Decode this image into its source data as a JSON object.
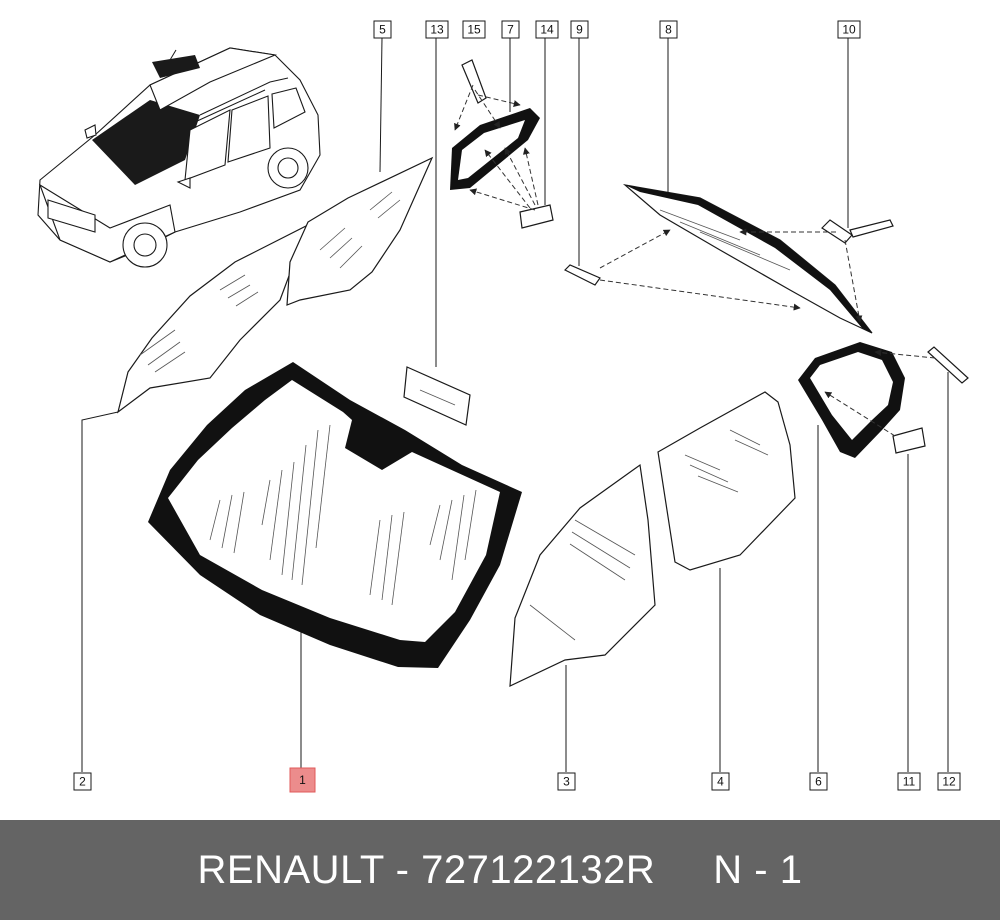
{
  "diagram": {
    "callouts": [
      "1",
      "2",
      "3",
      "4",
      "5",
      "6",
      "7",
      "8",
      "9",
      "10",
      "11",
      "12",
      "13",
      "14",
      "15"
    ],
    "highlighted_callout": "1"
  },
  "footer": {
    "text": "RENAULT - 727122132R     N - 1"
  }
}
